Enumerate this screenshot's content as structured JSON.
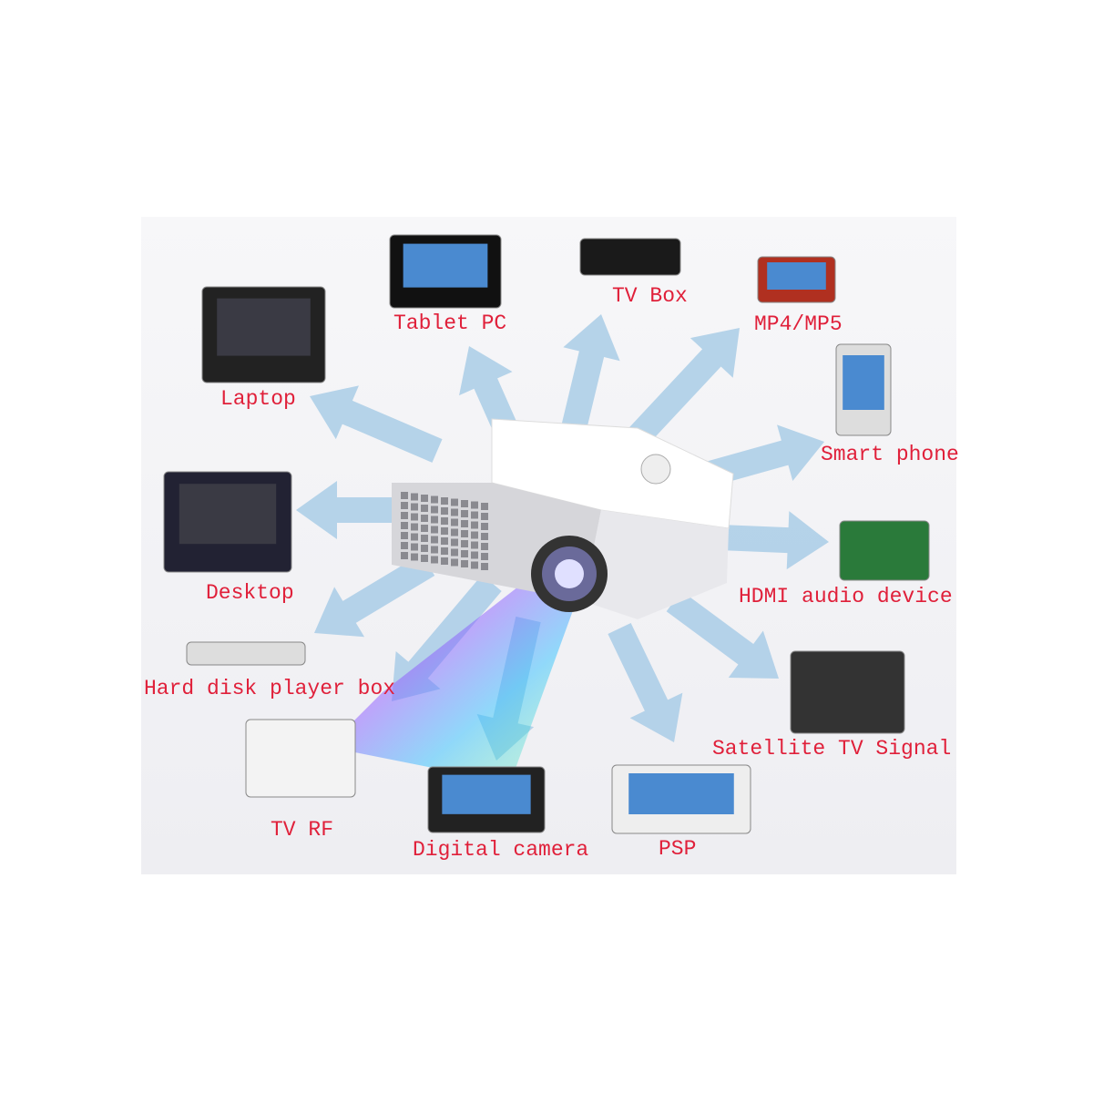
{
  "colors": {
    "label": "#e0203a",
    "arrow": "#a9cde6",
    "background": "#f4f4f6"
  },
  "center": {
    "name": "projector"
  },
  "devices": [
    {
      "id": "tablet-pc",
      "label": "Tablet PC",
      "icon": "tablet-icon"
    },
    {
      "id": "tv-box",
      "label": "TV Box",
      "icon": "tv-box-icon"
    },
    {
      "id": "mp4-mp5",
      "label": "MP4/MP5",
      "icon": "media-player-icon"
    },
    {
      "id": "laptop",
      "label": "Laptop",
      "icon": "laptop-icon"
    },
    {
      "id": "smart-phone",
      "label": "Smart phone",
      "icon": "smartphone-icon"
    },
    {
      "id": "desktop",
      "label": "Desktop",
      "icon": "desktop-icon"
    },
    {
      "id": "hdmi-audio-device",
      "label": "HDMI audio device",
      "icon": "pci-card-icon"
    },
    {
      "id": "hard-disk-player-box",
      "label": "Hard disk player box",
      "icon": "hdd-player-icon"
    },
    {
      "id": "satellite-tv-signal",
      "label": "Satellite TV Signal",
      "icon": "satellite-dish-icon"
    },
    {
      "id": "tv-rf",
      "label": "TV RF",
      "icon": "cable-icon"
    },
    {
      "id": "digital-camera",
      "label": "Digital camera",
      "icon": "camera-icon"
    },
    {
      "id": "psp",
      "label": "PSP",
      "icon": "game-console-icon"
    }
  ]
}
